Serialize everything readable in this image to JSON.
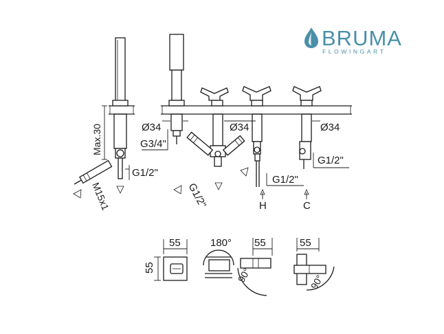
{
  "brand": {
    "name": "BRUMA",
    "tagline": "FLOWINGART",
    "color": "#4a8fa8"
  },
  "labels": {
    "max_depth": "Max.30",
    "outlet_thread": "M15x1",
    "dia_left": "Ø34",
    "dia_mid": "Ø34",
    "dia_right": "Ø34",
    "thread_3_4": "G3/4\"",
    "thread_1_2_left": "G1/2\"",
    "thread_1_2_angled": "G1/2\"",
    "thread_1_2_mid": "G1/2\"",
    "thread_1_2_right": "G1/2\"",
    "hot": "H",
    "cold": "C"
  },
  "details": {
    "d1_width": "55",
    "d1_height": "55",
    "d2_rotation": "180°",
    "d2_width": "55",
    "d2_angle": "90°",
    "d3_width": "55",
    "d3_angle": "90°"
  }
}
